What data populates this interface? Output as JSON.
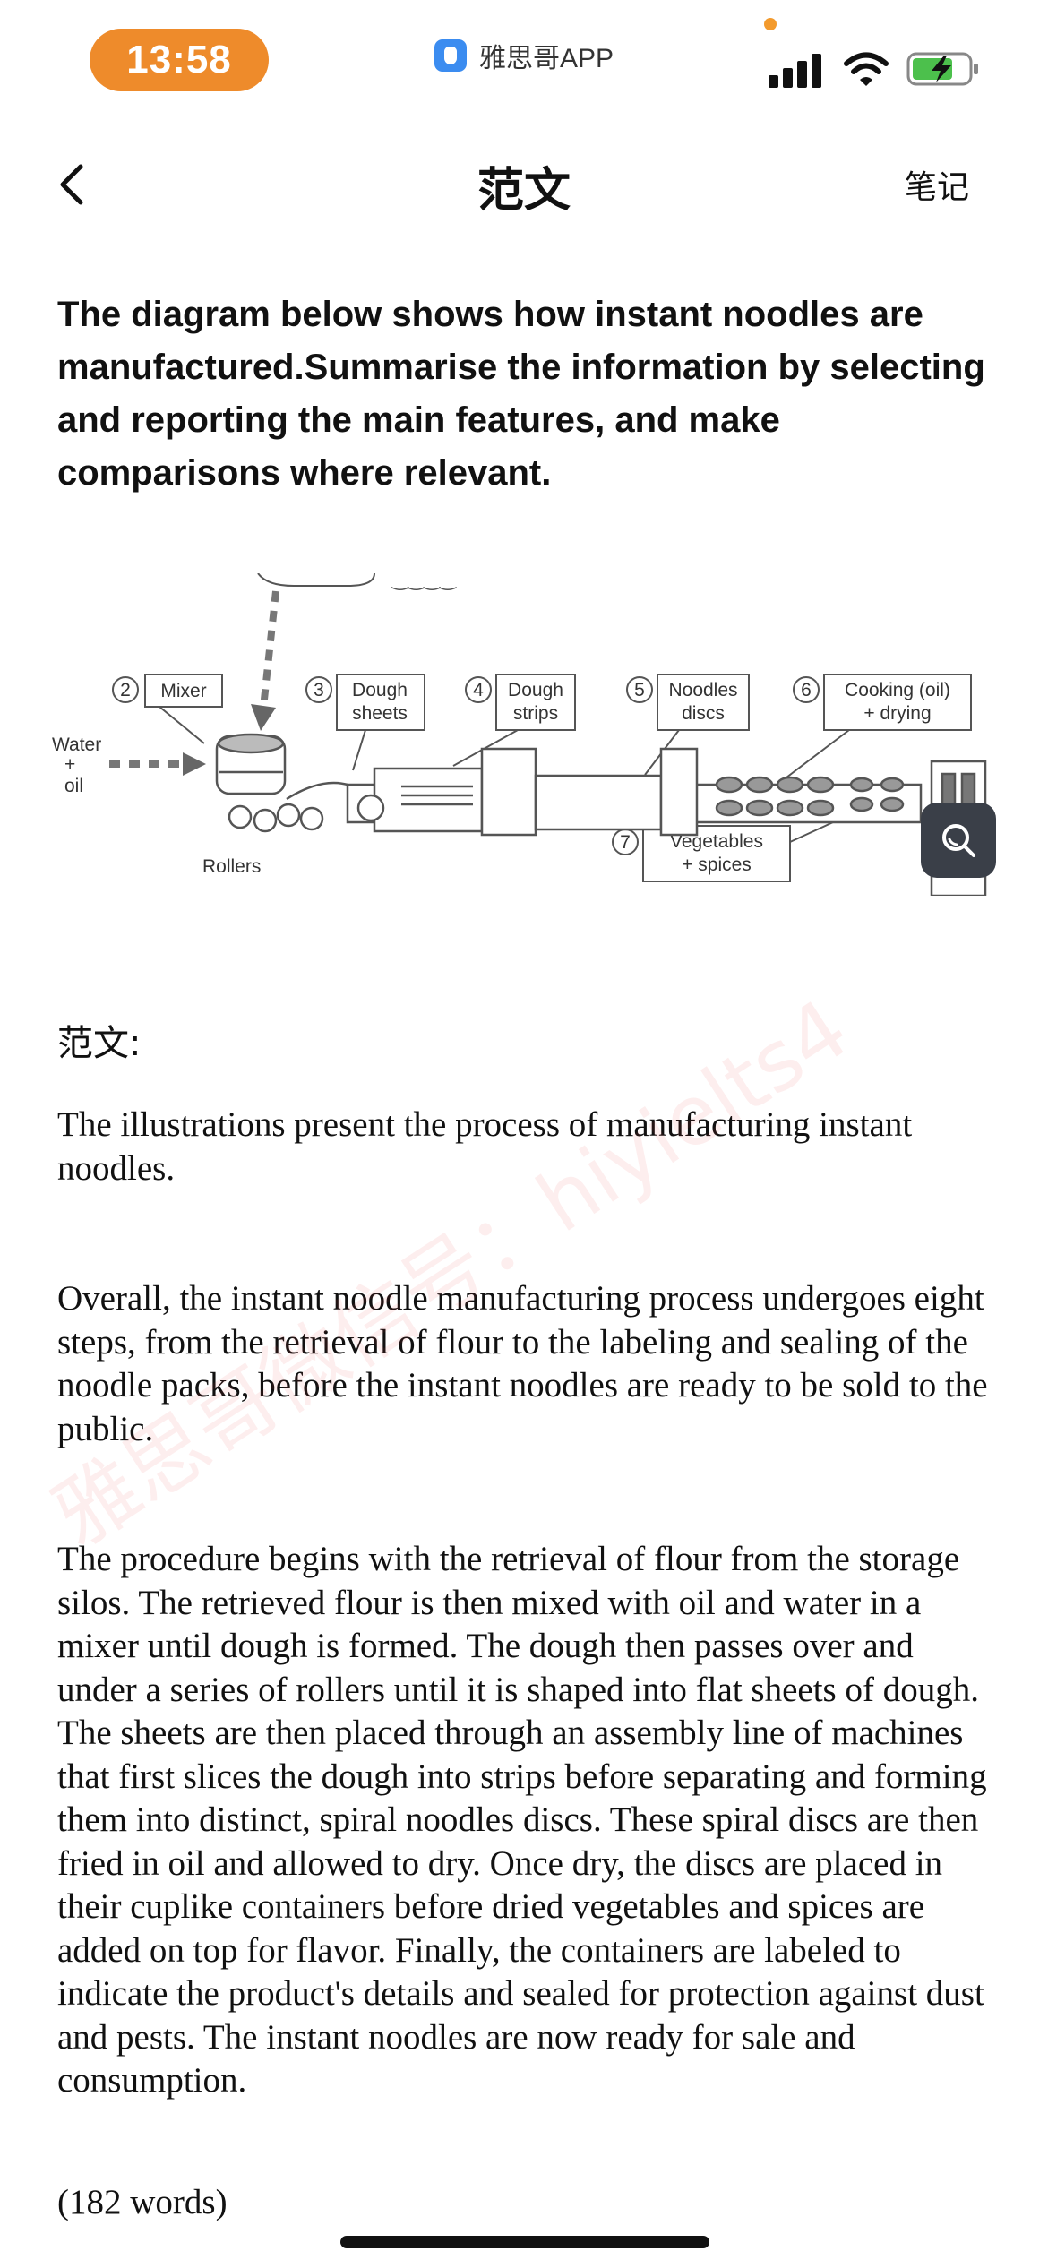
{
  "status_bar": {
    "time": "13:58",
    "app_source": "雅思哥APP"
  },
  "nav": {
    "title": "范文",
    "notes_label": "笔记",
    "back_icon": "chevron-left-icon"
  },
  "prompt": {
    "text": "The diagram below shows how instant noodles are manufactured.Summarise the information by selecting and reporting the main features, and make comparisons where relevant."
  },
  "diagram": {
    "step_labels": [
      {
        "num": "2",
        "text": "Mixer"
      },
      {
        "num": "3",
        "text": "Dough sheets"
      },
      {
        "num": "4",
        "text": "Dough strips"
      },
      {
        "num": "5",
        "text": "Noodles discs"
      },
      {
        "num": "6",
        "text": "Cooking (oil) + drying"
      },
      {
        "num": "7",
        "text": "Vegetables + spices"
      }
    ],
    "input_label": "Water + oil",
    "rollers_label": "Rollers"
  },
  "essay": {
    "label": "范文:",
    "paragraphs": [
      "The illustrations present the process of manufacturing instant noodles.",
      "Overall, the instant noodle manufacturing process undergoes eight steps, from the retrieval of flour to the labeling and sealing of the noodle packs, before the instant noodles are ready to be sold to the public.",
      "The procedure begins with the retrieval of flour from the storage silos. The retrieved flour is then mixed with oil and water in a mixer until dough is formed. The dough then passes over and under a series of rollers until it is shaped into flat sheets of dough. The sheets are then placed through an assembly line of machines that first slices the dough into strips before separating and forming them into distinct, spiral noodles discs. These spiral discs are then fried in oil and allowed to dry. Once dry, the discs are placed in their cuplike containers before dried vegetables and spices are added on top for flavor. Finally, the containers are labeled to indicate the product's details and sealed for protection against dust and pests. The instant noodles are now ready for sale and consumption."
    ],
    "word_count": "(182 words)"
  },
  "watermark": "雅思哥微信号：hiyielts4"
}
